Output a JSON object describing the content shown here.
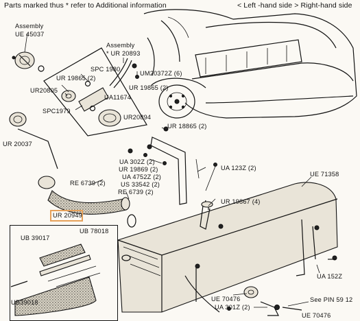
{
  "header": {
    "note": "Parts marked thus * refer to Additional information",
    "legend": "< Left -hand side  > Right-hand side"
  },
  "labels": {
    "assembly_ue45037": "Assembly",
    "ue45037": "UE 45037",
    "assembly_ur20893": "Assembly",
    "ur20893": "* UR 20893",
    "spc1980": "SPC 1980",
    "ur19865_a": "UR 19865 (2)",
    "um20372z": "UM20372Z (6)",
    "ur20805": "UR20805",
    "ua11674": "UA11674",
    "ur19865_b": "UR 19865 (2)",
    "spc1979": "SPC1979",
    "ur20894": "UR20894",
    "ur18865": "UR 18865 (2)",
    "ur20037": "UR 20037",
    "ua302z": "UA 302Z (2)",
    "ur19869": "UR 19869 (2)",
    "ua4752z": "UA 4752Z (2)",
    "us33542": "US 33542 (2)",
    "ua123z": "UA 123Z (2)",
    "re6739_a": "RE 6739 (2)",
    "re6739_b": "RE 6739 (2)",
    "ue71358": "UE 71358",
    "ur19867": "UR 19867 (4)",
    "ur20949": "UR 20949",
    "ub39017": "UB 39017",
    "ub78018": "UB 78018",
    "ub39018": "UB39018",
    "ua152z": "UA 152Z",
    "ue70476_a": "UE 70476",
    "ua301z": "UA 301Z (2)",
    "see_pin": "See PIN 59  12",
    "ue70476_b": "UE 70476"
  }
}
